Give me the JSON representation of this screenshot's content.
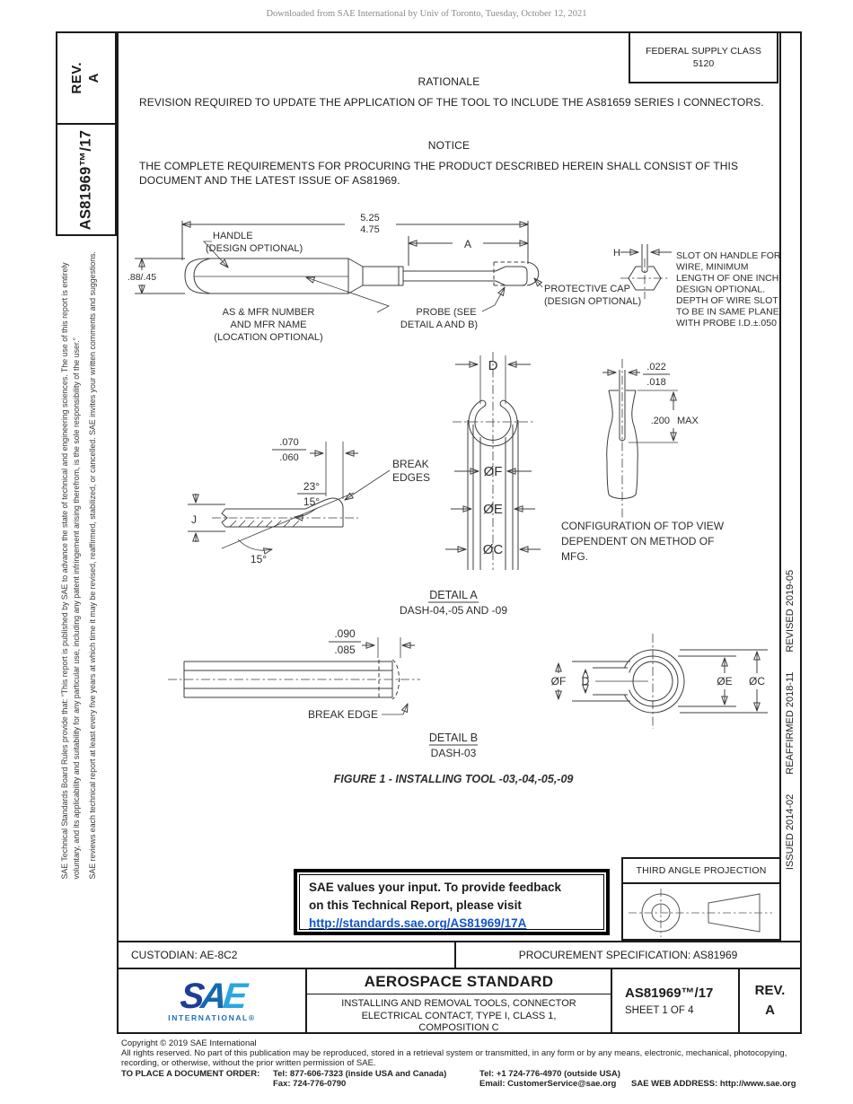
{
  "banner": {
    "text": "Downloaded from SAE International by Univ of Toronto, Tuesday, October 12, 2021"
  },
  "sidebar": {
    "rev_label": "REV.",
    "rev_value": "A",
    "doc_number": "AS81969™/17",
    "disclaimer_line1": "SAE Technical Standards Board Rules provide that: “This report is published by SAE to advance the state of technical and engineering sciences. The use of this report is entirely",
    "disclaimer_line2": "voluntary, and its applicability and suitability for any particular use, including any patent infringement arising therefrom, is the sole responsibility of the user.”",
    "disclaimer_line3": "SAE reviews each technical report at least every five years at which time it may be revised, reaffirmed, stabilized, or cancelled. SAE invites your written comments and suggestions."
  },
  "revisions": {
    "issued": "ISSUED 2014-02",
    "reaffirmed": "REAFFIRMED 2018-11",
    "revised": "REVISED 2019-05"
  },
  "fsc": {
    "line1": "FEDERAL SUPPLY CLASS",
    "line2": "5120"
  },
  "rationale": {
    "title": "RATIONALE",
    "body": "REVISION REQUIRED TO UPDATE THE APPLICATION OF THE TOOL TO INCLUDE THE AS81659 SERIES I CONNECTORS."
  },
  "notice": {
    "title": "NOTICE",
    "body": "THE COMPLETE REQUIREMENTS FOR PROCURING THE PRODUCT DESCRIBED HEREIN SHALL CONSIST OF THIS DOCUMENT AND THE LATEST ISSUE OF AS81969."
  },
  "figure": {
    "caption": "FIGURE 1 - INSTALLING TOOL -03,-04,-05,-09",
    "tool": {
      "dim_overall_max": "5.25",
      "dim_overall_min": "4.75",
      "dim_a": "A",
      "dim_handle": ".88/.45",
      "dim_h": "H",
      "handle_label": [
        "HANDLE",
        "(DESIGN OPTIONAL)"
      ],
      "marking_label": [
        "AS & MFR NUMBER",
        "AND MFR NAME",
        "(LOCATION OPTIONAL)"
      ],
      "probe_label": [
        "PROBE (SEE",
        "DETAIL A AND B)"
      ],
      "cap_label": [
        "PROTECTIVE CAP",
        "(DESIGN OPTIONAL)"
      ],
      "slot_note": [
        "SLOT ON HANDLE FOR",
        "WIRE, MINIMUM",
        "LENGTH OF ONE INCH.",
        "DESIGN OPTIONAL.",
        "DEPTH OF WIRE SLOT",
        "TO BE IN SAME PLANE",
        "WITH PROBE I.D.±.050"
      ]
    },
    "detail_a": {
      "title": "DETAIL A",
      "subtitle": "DASH-04,-05 AND -09",
      "dim_tip_max": ".070",
      "dim_tip_min": ".060",
      "angle_over": "23°",
      "angle_under": "15°",
      "angle_taper": "15°",
      "dim_j": "J",
      "break_edges": [
        "BREAK",
        "EDGES"
      ],
      "dim_d": "D",
      "dim_f": "ØF",
      "dim_e": "ØE",
      "dim_c": "ØC",
      "dim_slot_max": ".022",
      "dim_slot_min": ".018",
      "depth_val": ".200",
      "depth_unit": "MAX",
      "config_note": [
        "CONFIGURATION OF TOP VIEW",
        "DEPENDENT ON METHOD OF",
        "MFG."
      ]
    },
    "detail_b": {
      "title": "DETAIL B",
      "subtitle": "DASH-03",
      "dim_max": ".090",
      "dim_min": ".085",
      "break_edge": "BREAK EDGE",
      "dim_f": "ØF",
      "dim_d": "D",
      "dim_e": "ØE",
      "dim_c": "ØC"
    }
  },
  "feedback": {
    "line1": "SAE values your input. To provide feedback",
    "line2": "on this Technical Report, please visit",
    "link": "http://standards.sae.org/AS81969/17A"
  },
  "projection": {
    "title": "THIRD ANGLE PROJECTION"
  },
  "info_row": {
    "custodian": "CUSTODIAN: AE-8C2",
    "procurement": "PROCUREMENT SPECIFICATION: AS81969"
  },
  "title_block": {
    "logo": {
      "l1": "S",
      "l2": "A",
      "l3": "E",
      "sub": "INTERNATIONAL®"
    },
    "doc_type": "AEROSPACE STANDARD",
    "doc_title": [
      "INSTALLING AND REMOVAL TOOLS, CONNECTOR",
      "ELECTRICAL CONTACT, TYPE I, CLASS 1,",
      "COMPOSITION C"
    ],
    "doc_number": "AS81969™/17",
    "sheet": "SHEET 1 OF 4",
    "rev_label": "REV.",
    "rev_value": "A"
  },
  "footer": {
    "copyright": "Copyright © 2019 SAE International",
    "rights_1": "All rights reserved. No part of this publication may be reproduced, stored in a retrieval system or transmitted, in any form or by any means, electronic, mechanical, photocopying,",
    "rights_2": "recording, or otherwise, without the prior written permission of SAE.",
    "order_label": "TO PLACE A DOCUMENT ORDER:",
    "tel_1": "Tel: 877-606-7323 (inside USA and Canada)",
    "tel_2": "Tel: +1 724-776-4970 (outside USA)",
    "fax": "Fax: 724-776-0790",
    "email": "Email: CustomerService@sae.org",
    "web": "SAE WEB ADDRESS: http://www.sae.org"
  },
  "colors": {
    "link_blue": "#1155CC",
    "sae_dark": "#1c3f94",
    "sae_mid": "#1668b1",
    "sae_light": "#2aa7df"
  }
}
